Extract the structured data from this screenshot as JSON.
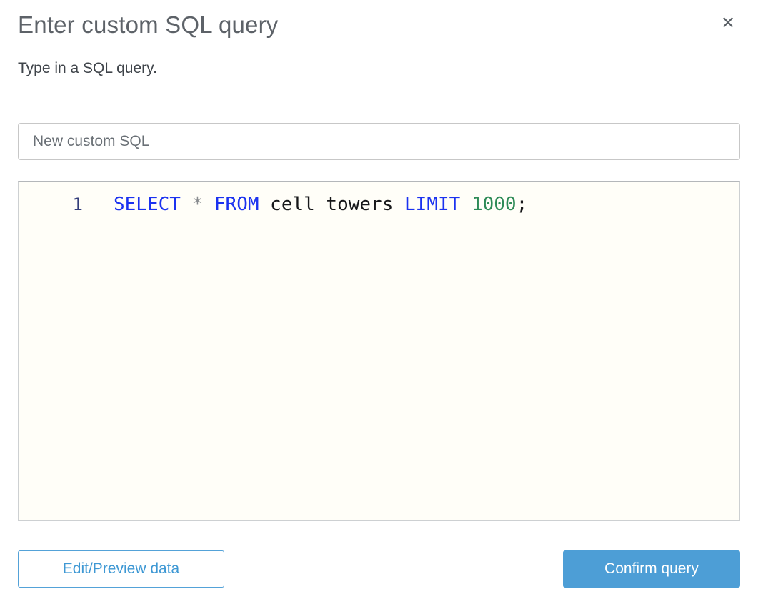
{
  "dialog": {
    "title": "Enter custom SQL query",
    "subtitle": "Type in a SQL query.",
    "close_icon": "✕"
  },
  "name_input": {
    "value": "New custom SQL"
  },
  "editor": {
    "lines": [
      {
        "number": "1",
        "tokens": [
          {
            "t": "SELECT",
            "c": "keyword"
          },
          {
            "t": " ",
            "c": "plain"
          },
          {
            "t": "*",
            "c": "operator"
          },
          {
            "t": " ",
            "c": "plain"
          },
          {
            "t": "FROM",
            "c": "keyword"
          },
          {
            "t": " cell_towers ",
            "c": "plain"
          },
          {
            "t": "LIMIT",
            "c": "keyword"
          },
          {
            "t": " ",
            "c": "plain"
          },
          {
            "t": "1000",
            "c": "number"
          },
          {
            "t": ";",
            "c": "plain"
          }
        ]
      }
    ]
  },
  "buttons": {
    "edit_preview": "Edit/Preview data",
    "confirm": "Confirm query"
  },
  "colors": {
    "accent_blue": "#4d9ed6",
    "keyword_blue": "#1b32f0",
    "number_green": "#2e8b57",
    "operator_gray": "#898c8f",
    "line_number_navy": "#333d7a",
    "editor_background": "#fffef8",
    "title_gray": "#5d6268"
  }
}
